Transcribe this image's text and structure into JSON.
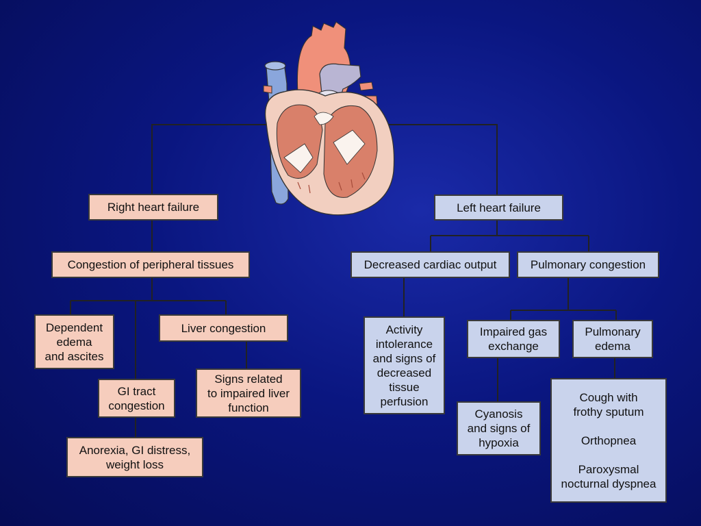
{
  "right_heart_failure": "Right heart failure",
  "congestion_peripheral": "Congestion of peripheral tissues",
  "dependent_edema": "Dependent\nedema\nand ascites",
  "gi_tract_congestion": "GI tract\ncongestion",
  "liver_congestion": "Liver congestion",
  "signs_liver": "Signs related\nto impaired liver\nfunction",
  "anorexia": "Anorexia, GI distress,\nweight loss",
  "left_heart_failure": "Left heart failure",
  "decreased_output": "Decreased cardiac output",
  "pulmonary_congestion": "Pulmonary congestion",
  "activity_intolerance": "Activity\nintolerance\nand signs of\ndecreased\ntissue\nperfusion",
  "impaired_gas": "Impaired gas\nexchange",
  "pulmonary_edema": "Pulmonary\nedema",
  "cyanosis": "Cyanosis\nand signs of\nhypoxia",
  "cough_symptoms": "Cough with\nfrothy sputum\n\nOrthopnea\n\nParoxysmal\nnocturnal dyspnea",
  "colors": {
    "right_side_fill": "#f6cdbd",
    "left_side_fill": "#c9d3ec",
    "background": "#0a1680"
  }
}
